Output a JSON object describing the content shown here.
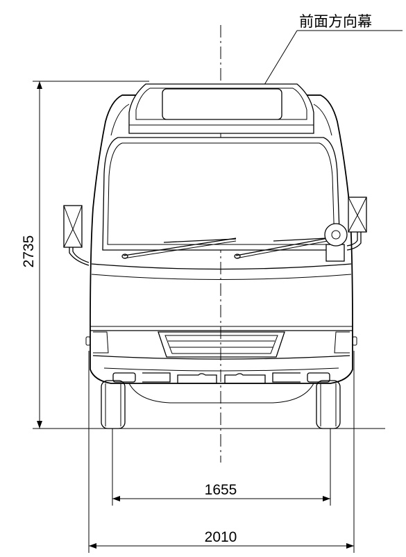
{
  "callout": {
    "label": "前面方向幕"
  },
  "dimensions": {
    "height": "2735",
    "track_width": "1655",
    "overall_width": "2010"
  },
  "colors": {
    "line": "#000000",
    "background": "#ffffff"
  }
}
